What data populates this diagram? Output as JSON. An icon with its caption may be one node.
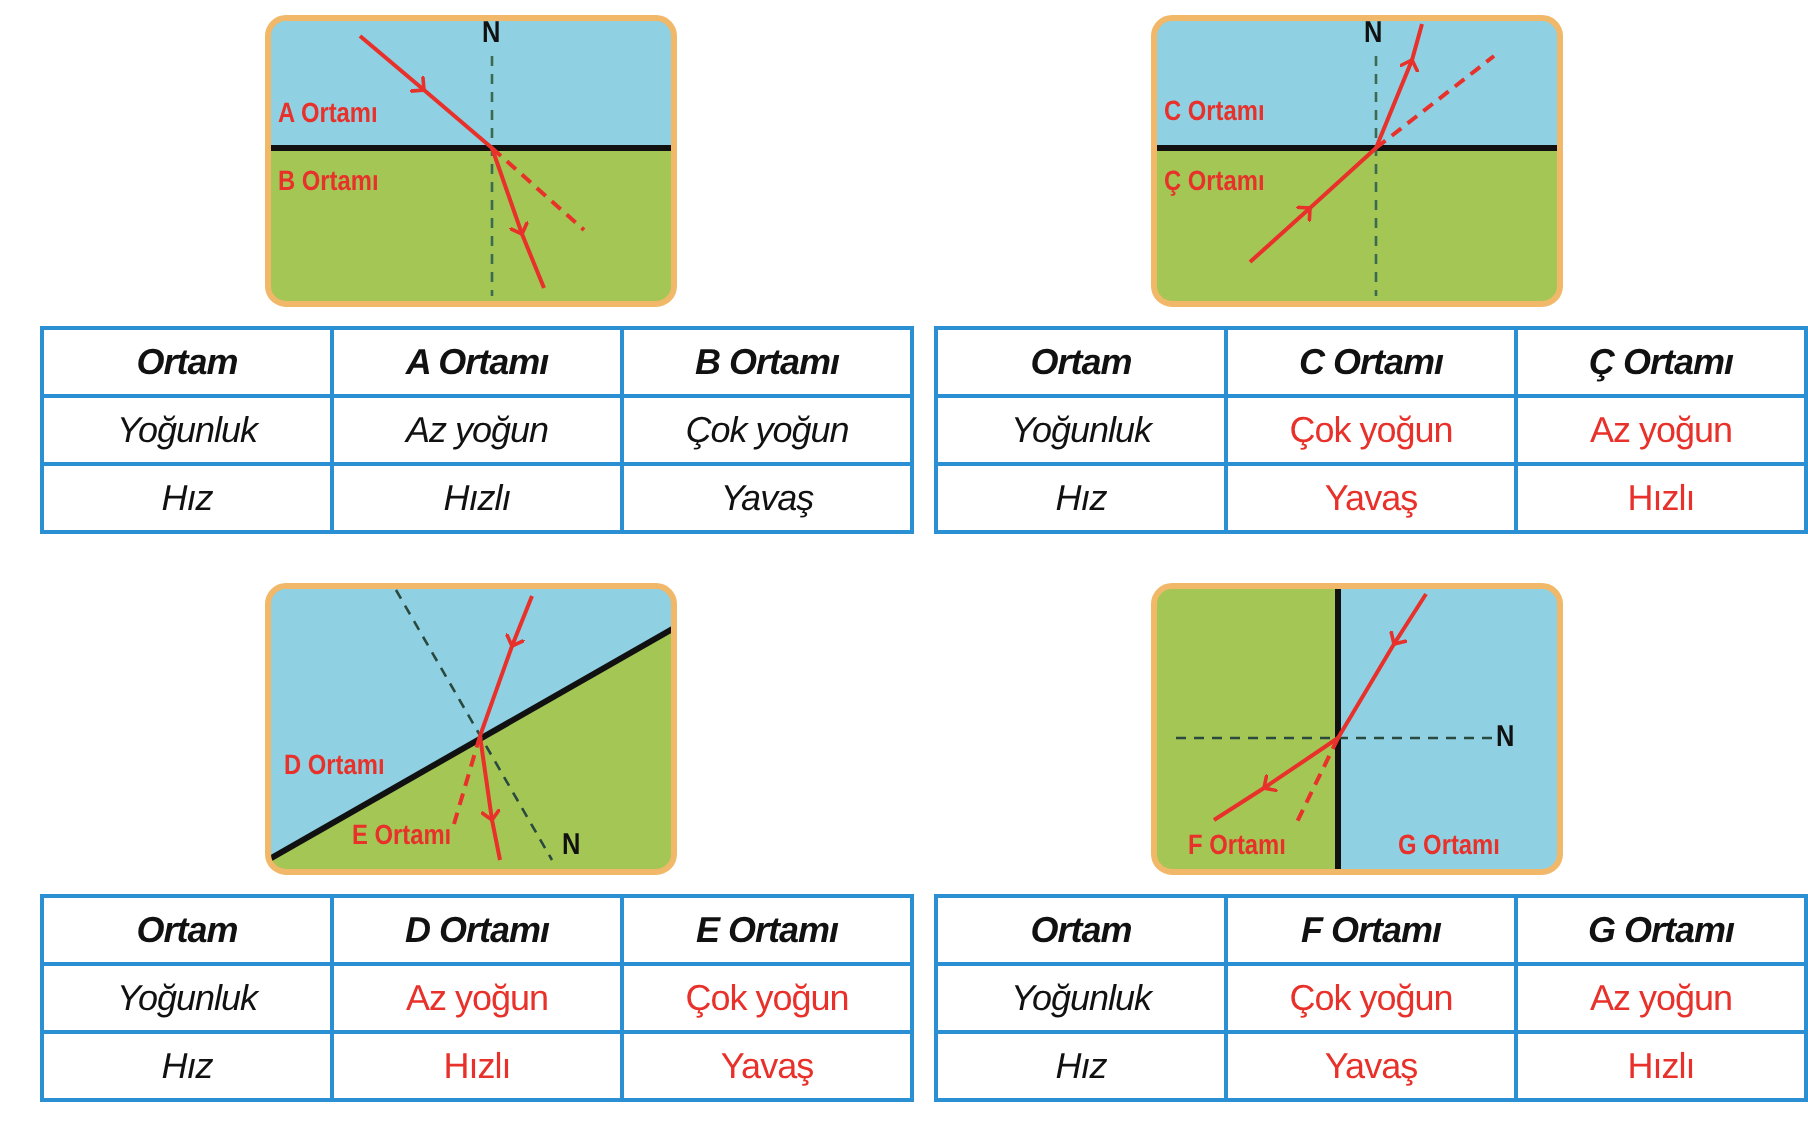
{
  "diagram": {
    "labels": [
      "N",
      "A Ortamı",
      "B Ortamı",
      "N",
      "C Ortamı",
      "Ç Ortamı",
      "Ortam",
      "A Ortamı",
      "B Ortamı",
      "Yoğunluk",
      "Az yoğun",
      "Çok yoğun",
      "Hız",
      "Hızlı",
      "Yavaş",
      "Ortam",
      "C Ortamı",
      "Ç Ortamı",
      "Yoğunluk",
      "Çok yoğun",
      "Az yoğun",
      "Hız",
      "Yavaş",
      "Hızlı",
      "D Ortamı",
      "E Ortamı",
      "N",
      "N",
      "F Ortamı",
      "G Ortamı",
      "Ortam",
      "D Ortamı",
      "E Ortamı",
      "Yoğunluk",
      "Az yoğun",
      "Çok yoğun",
      "Hız",
      "Hızlı",
      "Yavaş",
      "Ortam",
      "F Ortamı",
      "G Ortamı",
      "Yoğunluk",
      "Çok yoğun",
      "Az yoğun",
      "Hız",
      "Yavaş",
      "Hızlı"
    ]
  }
}
